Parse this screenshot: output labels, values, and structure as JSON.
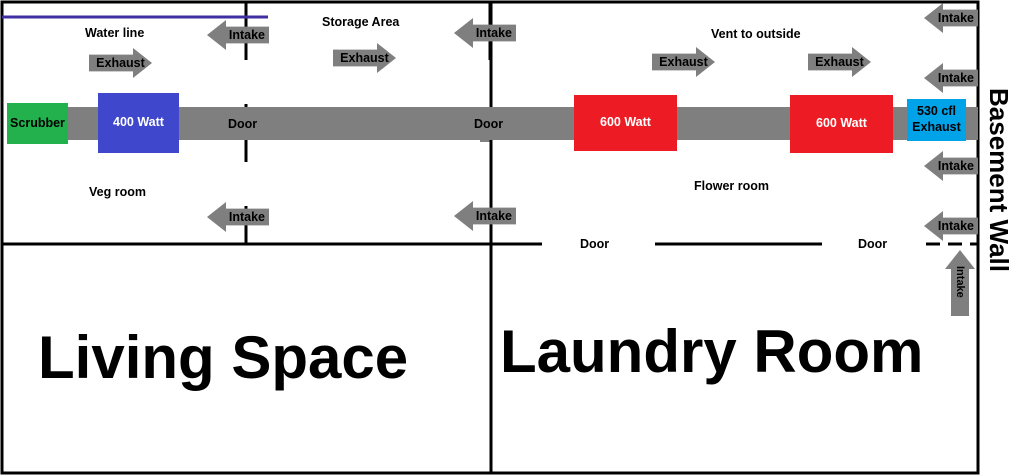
{
  "colors": {
    "duct": "#7f7f7f",
    "arrow": "#7f7f7f",
    "scrubber": "#22b14c",
    "light_400": "#3f48cc",
    "light_600": "#ed1c24",
    "cfl_exhaust": "#00a2e8",
    "water_line": "#3f2fa0",
    "wall": "#000000"
  },
  "rooms": {
    "storage_area": "Storage Area",
    "veg_room": "Veg room",
    "flower_room": "Flower room",
    "living_space": "Living Space",
    "laundry_room": "Laundry Room",
    "basement_wall": "Basement Wall"
  },
  "labels": {
    "water_line": "Water line",
    "vent_to_outside": "Vent to outside"
  },
  "equipment": {
    "scrubber": "Scrubber",
    "light_400": "400 Watt",
    "light_600_a": "600 Watt",
    "light_600_b": "600 Watt",
    "cfl_line1": "530 cfl",
    "cfl_line2": "Exhaust"
  },
  "doors": {
    "veg_storage": "Door",
    "storage_flower": "Door",
    "laundry_1": "Door",
    "laundry_2": "Door"
  },
  "arrows": {
    "intake": "Intake",
    "exhaust": "Exhaust"
  }
}
